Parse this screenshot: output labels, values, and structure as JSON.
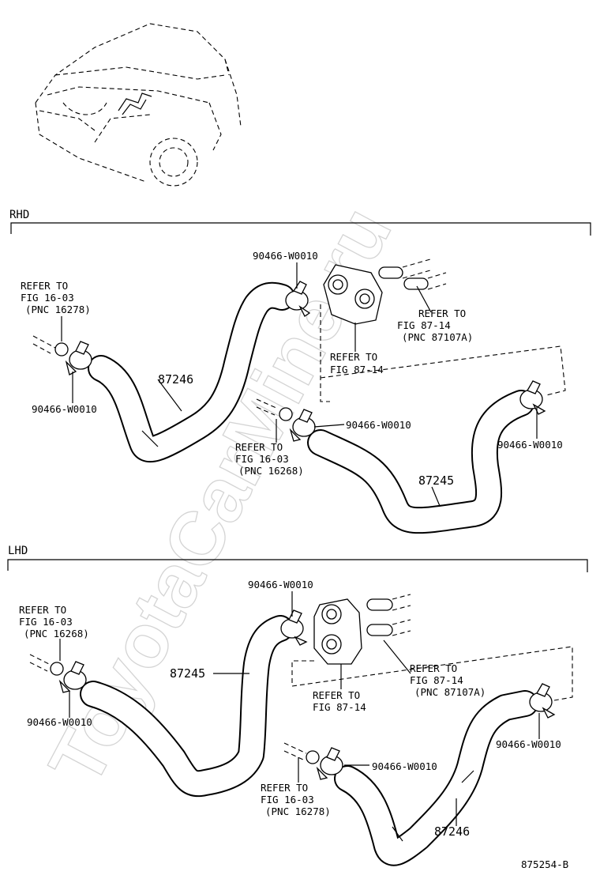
{
  "watermark": "ToyotaCarMine.ru",
  "figure_number": "875254-B",
  "rhd": {
    "section_label": "RHD",
    "hose_a_number": "87246",
    "hose_b_number": "87245",
    "clamp_top": "90466-W0010",
    "clamp_left": "90466-W0010",
    "clamp_mid": "90466-W0010",
    "clamp_right": "90466-W0010",
    "ref_left": [
      "REFER TO",
      "FIG 16-03",
      "(PNC 16278)"
    ],
    "ref_mid": [
      "REFER TO",
      "FIG 16-03",
      "(PNC 16268)"
    ],
    "ref_valve": [
      "REFER TO",
      "FIG 87-14"
    ],
    "ref_pipes": [
      "REFER TO",
      "FIG 87-14",
      "(PNC 87107A)"
    ]
  },
  "lhd": {
    "section_label": "LHD",
    "hose_a_number": "87245",
    "hose_b_number": "87246",
    "clamp_top": "90466-W0010",
    "clamp_left": "90466-W0010",
    "clamp_mid": "90466-W0010",
    "clamp_right": "90466-W0010",
    "ref_left": [
      "REFER TO",
      "FIG 16-03",
      "(PNC 16268)"
    ],
    "ref_mid": [
      "REFER TO",
      "FIG 16-03",
      "(PNC 16278)"
    ],
    "ref_valve": [
      "REFER TO",
      "FIG 87-14"
    ],
    "ref_pipes": [
      "REFER TO",
      "FIG 87-14",
      "(PNC 87107A)"
    ]
  }
}
